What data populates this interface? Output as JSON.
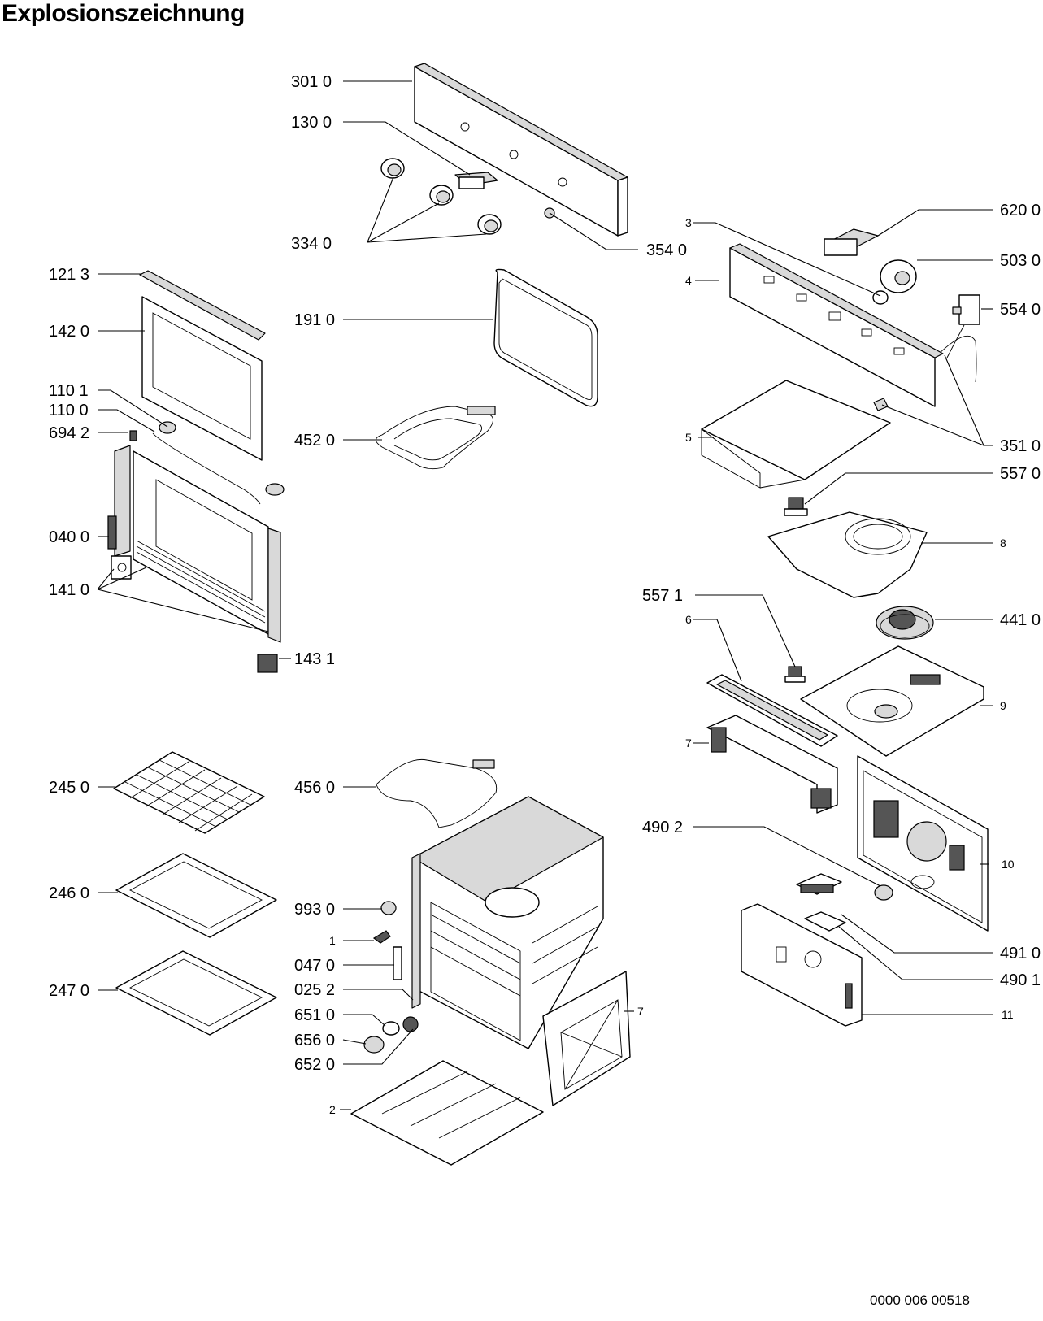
{
  "title": "Explosionszeichnung",
  "document_number": "0000 006 00518",
  "callouts": {
    "c3010": "301 0",
    "c1300": "130 0",
    "c3340": "334 0",
    "c3540": "354 0",
    "c1213": "121 3",
    "c1420": "142 0",
    "c1910": "191 0",
    "c1101": "110 1",
    "c1100": "110 0",
    "c6942": "694 2",
    "c4520": "452 0",
    "c0400": "040 0",
    "c1410": "141 0",
    "c1431": "143 1",
    "c6200": "620 0",
    "c3": "3",
    "c5030": "503 0",
    "c4": "4",
    "c5540": "554 0",
    "c5": "5",
    "c3510": "351 0",
    "c5570": "557 0",
    "c8": "8",
    "c5571": "557 1",
    "c4410": "441 0",
    "c6": "6",
    "c9": "9",
    "c7a": "7",
    "c2450": "245 0",
    "c4560": "456 0",
    "c4902": "490 2",
    "c10": "10",
    "c2460": "246 0",
    "c9930": "993 0",
    "c1": "1",
    "c0470": "047 0",
    "c0252": "025 2",
    "c6510": "651 0",
    "c6560": "656 0",
    "c6520": "652 0",
    "c7b": "7",
    "c2470": "247 0",
    "c4910": "491 0",
    "c4901": "490 1",
    "c11": "11",
    "c2": "2"
  }
}
